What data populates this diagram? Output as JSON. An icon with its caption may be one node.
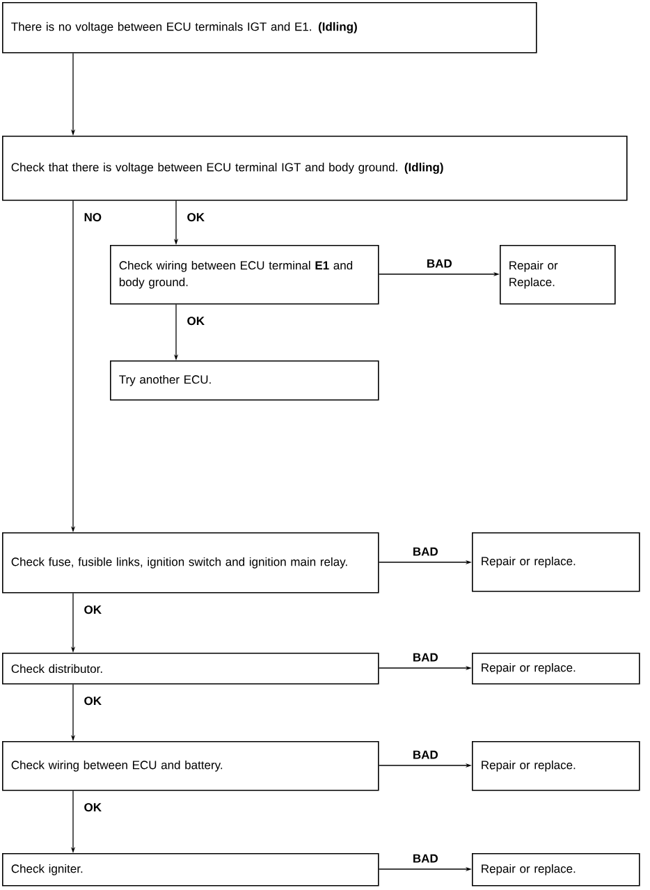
{
  "diagram": {
    "nodes": [
      {
        "text": [
          "There is no voltage between ECU terminals IGT and E1. **(Idling)**"
        ]
      },
      {
        "text": [
          "Check that there is voltage between ECU terminal IGT and body ground. **(Idling)**"
        ]
      },
      {
        "text": [
          "Check wiring between ECU terminal **E1** and body ground."
        ]
      },
      {
        "text": [
          "Repair or Replace."
        ]
      },
      {
        "text": [
          "Try another ECU."
        ]
      },
      {
        "text": [
          "Check fuse, fusible links, ignition switch and ignition main relay."
        ]
      },
      {
        "text": [
          "Repair or replace."
        ]
      },
      {
        "text": [
          "Check distributor."
        ]
      },
      {
        "text": [
          "Repair or replace."
        ]
      },
      {
        "text": [
          "Check wiring between ECU and battery."
        ]
      },
      {
        "text": [
          "Repair or replace."
        ]
      },
      {
        "text": [
          "Check igniter."
        ]
      },
      {
        "text": [
          "Repair or replace."
        ]
      }
    ],
    "edges": [
      {
        "from": 0,
        "to": 1,
        "arrow": "to"
      },
      {
        "from": 1,
        "to": 2,
        "arrow": "to",
        "label": "OK"
      },
      {
        "from": 2,
        "to": 3,
        "arrow": "to",
        "label": "BAD"
      },
      {
        "from": 2,
        "to": 4,
        "arrow": "to",
        "label": "OK"
      },
      {
        "from": 1,
        "to": 5,
        "arrow": "to",
        "label": "NO"
      },
      {
        "from": 5,
        "to": 6,
        "arrow": "to",
        "label": "BAD"
      },
      {
        "from": 5,
        "to": 7,
        "arrow": "to",
        "label": "OK"
      },
      {
        "from": 7,
        "to": 8,
        "arrow": "to",
        "label": "BAD"
      },
      {
        "from": 7,
        "to": 9,
        "arrow": "to",
        "label": "OK"
      },
      {
        "from": 9,
        "to": 10,
        "arrow": "to",
        "label": "BAD"
      },
      {
        "from": 9,
        "to": 11,
        "arrow": "to",
        "label": "OK"
      },
      {
        "from": 11,
        "to": 12,
        "arrow": "to",
        "label": "BAD"
      }
    ]
  }
}
